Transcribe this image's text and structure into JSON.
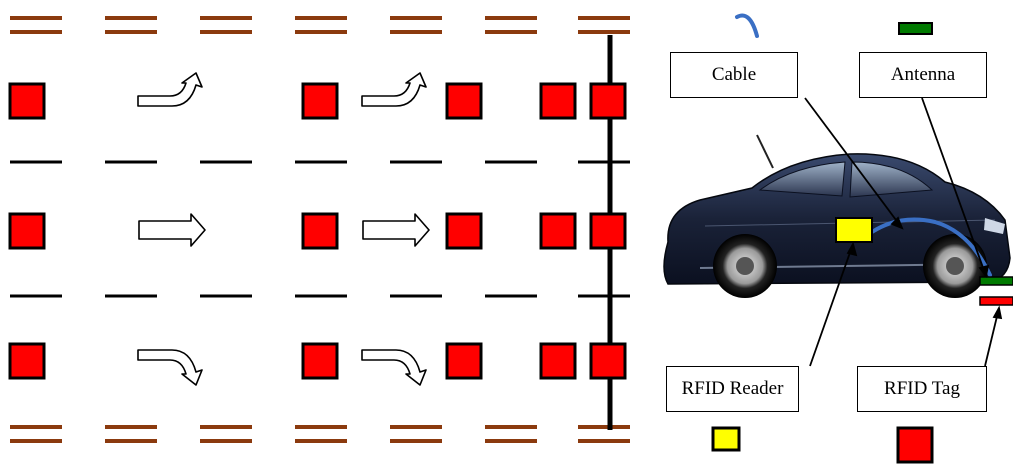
{
  "labels": {
    "cable": "Cable",
    "antenna": "Antenna",
    "reader": "RFID Reader",
    "tag": "RFID Tag"
  },
  "colors": {
    "tag": "#ff0000",
    "reader": "#ffff00",
    "antenna": "#007a00",
    "cable": "#3a6fc4",
    "road_edge": "#8b3a0e",
    "lane_divider": "#000000",
    "car_body": "#1a2238"
  },
  "lanes": [
    {
      "name": "top",
      "direction": "right-then-left-turn"
    },
    {
      "name": "middle",
      "direction": "straight"
    },
    {
      "name": "bottom",
      "direction": "right-turn"
    }
  ]
}
